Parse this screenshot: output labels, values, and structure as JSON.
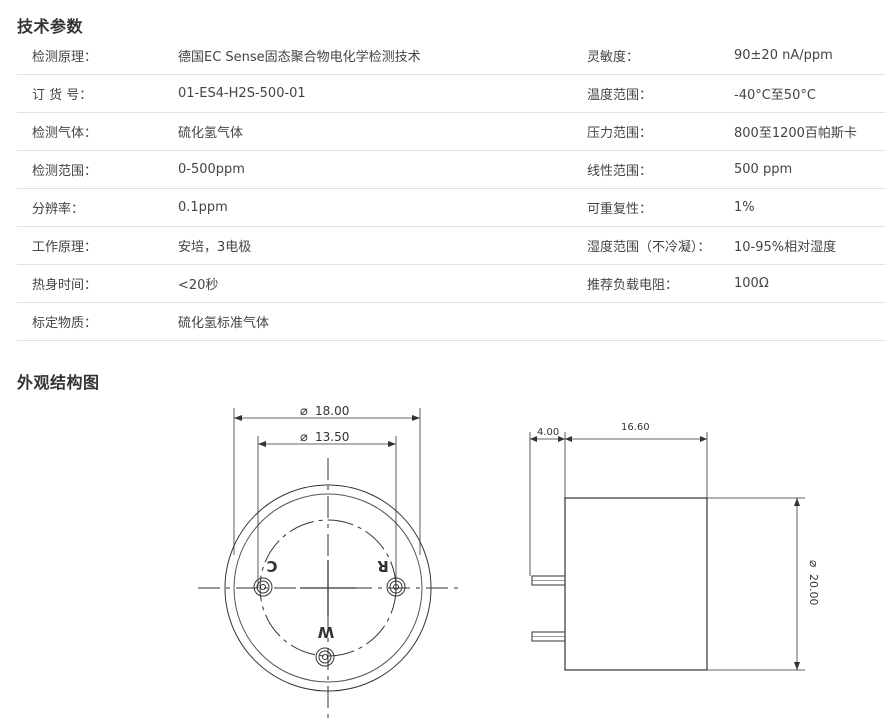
{
  "section1": {
    "title": "技术参数"
  },
  "section2": {
    "title": "外观结构图"
  },
  "specs": [
    {
      "label_left": "检测原理：",
      "value_left": "德国EC Sense固态聚合物电化学检测技术",
      "label_right": "灵敏度：",
      "value_right": "90±20 nA/ppm"
    },
    {
      "label_left": "订 货 号：",
      "value_left": "01-ES4-H2S-500-01",
      "label_right": "温度范围：",
      "value_right": "-40°C至50°C"
    },
    {
      "label_left": "检测气体：",
      "value_left": "硫化氢气体",
      "label_right": "压力范围：",
      "value_right": "800至1200百帕斯卡"
    },
    {
      "label_left": "检测范围：",
      "value_left": "0-500ppm",
      "label_right": "线性范围：",
      "value_right": "500 ppm"
    },
    {
      "label_left": "分辨率：",
      "value_left": "0.1ppm",
      "label_right": "可重复性：",
      "value_right": "1%"
    },
    {
      "label_left": "工作原理：",
      "value_left": "安培，3电极",
      "label_right": "湿度范围（不冷凝）：",
      "value_right": "10-95%相对湿度"
    },
    {
      "label_left": "热身时间：",
      "value_left": "<20秒",
      "label_right": "推荐负载电阻：",
      "value_right": "100Ω"
    },
    {
      "label_left": "标定物质：",
      "value_left": "硫化氢标准气体",
      "label_right": "",
      "value_right": ""
    }
  ],
  "drawing": {
    "dim_outer_diameter": "18.00",
    "dim_inner_diameter": "13.50",
    "dim_pin_length": "4.00",
    "dim_body_length": "16.60",
    "dim_body_diameter": "20.00",
    "diameter_symbol": "⌀",
    "pin_c": "C",
    "pin_r": "R",
    "pin_w": "W"
  }
}
